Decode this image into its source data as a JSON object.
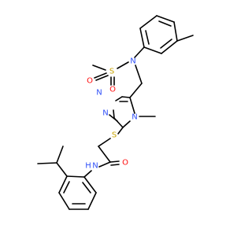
{
  "colors": {
    "background": "#ffffff",
    "bond": "#000000",
    "N": "#3050f8",
    "O": "#ff0d0d",
    "S": "#c8a400"
  },
  "labels": {
    "sulfonyl_s": "S",
    "sulfonyl_o_left": "O",
    "sulfonyl_o_bottom": "O",
    "sulfonamide_n": "N",
    "triazole_n1": "N",
    "triazole_n2": "N",
    "triazole_n4": "N",
    "thioether_s": "S",
    "carbonyl_o": "O",
    "amide_nh": "N",
    "amide_h": "H"
  }
}
